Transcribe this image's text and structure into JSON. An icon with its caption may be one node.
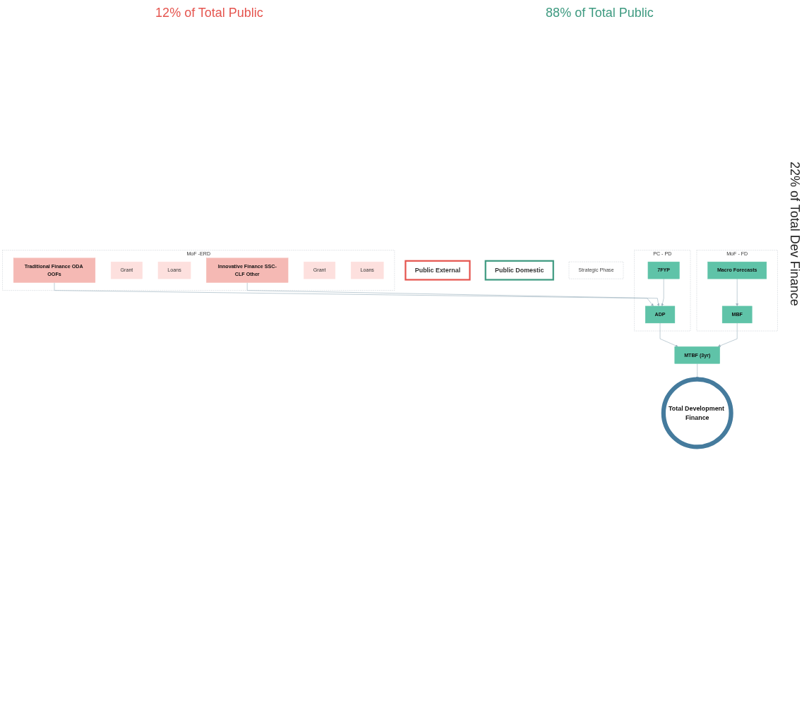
{
  "diagram": {
    "nodes": [
      {
        "text": [
          "Public External"
        ]
      },
      {
        "text": [
          "Public Domestic"
        ]
      },
      {
        "text": [
          "MoF -ERD"
        ]
      },
      {
        "text": [
          "Traditional Finance ODA OOFs"
        ],
        "in": 2
      },
      {
        "text": [
          "Grant"
        ],
        "in": 2
      },
      {
        "text": [
          "Loans"
        ],
        "in": 2
      },
      {
        "text": [
          "Innovative Finance SSC-CLF Other"
        ],
        "in": 2
      },
      {
        "text": [
          "Grant"
        ],
        "in": 2
      },
      {
        "text": [
          "Loans"
        ],
        "in": 2
      },
      {
        "text": [
          "PC - PD"
        ]
      },
      {
        "text": [
          "7FYP"
        ],
        "in": 9
      },
      {
        "text": [
          "ADP"
        ],
        "in": 9
      },
      {
        "text": [
          "Strategic Phase"
        ]
      },
      {
        "text": [
          "MoF - FD"
        ]
      },
      {
        "text": [
          "Macro Forecasts"
        ],
        "in": 13
      },
      {
        "text": [
          "MBF"
        ],
        "in": 13
      },
      {
        "text": [
          "MTBF (3yr)"
        ]
      },
      {
        "text": [
          "Total Development Finance"
        ]
      }
    ],
    "edges": [
      {
        "from": 3,
        "to": 11,
        "arrow": "to"
      },
      {
        "from": 6,
        "to": 11,
        "arrow": "to"
      },
      {
        "from": 10,
        "to": 11,
        "arrow": "to"
      },
      {
        "from": 14,
        "to": 15,
        "arrow": "to"
      },
      {
        "from": 11,
        "to": 16,
        "arrow": "to"
      },
      {
        "from": 15,
        "to": 16,
        "arrow": "to"
      },
      {
        "from": 16,
        "to": 17,
        "arrow": "to"
      }
    ],
    "labels": [
      "12% of Total Public",
      "88% of Total Public",
      "22% of Total Dev Finance"
    ]
  }
}
